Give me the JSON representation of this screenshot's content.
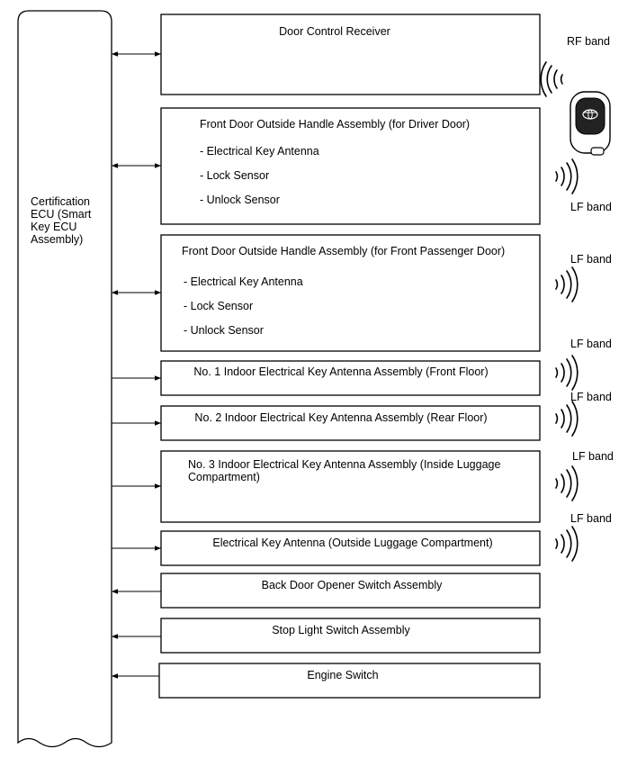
{
  "ecu": {
    "label_lines": [
      "Certification",
      "ECU (Smart",
      "Key ECU",
      "Assembly)"
    ]
  },
  "components": [
    {
      "title_lines": [
        "Door Control Receiver"
      ],
      "items": [],
      "connection": "bidirectional"
    },
    {
      "title_lines": [
        "Front Door Outside Handle Assembly (for Driver Door)"
      ],
      "items": [
        "- Electrical Key Antenna",
        "- Lock Sensor",
        "- Unlock Sensor"
      ],
      "connection": "bidirectional"
    },
    {
      "title_lines": [
        "Front Door Outside Handle Assembly (for Front Passenger Door)"
      ],
      "items": [
        "- Electrical Key Antenna",
        "- Lock Sensor",
        "- Unlock Sensor"
      ],
      "connection": "bidirectional"
    },
    {
      "title_lines": [
        "No. 1 Indoor Electrical Key Antenna Assembly (Front Floor)"
      ],
      "items": [],
      "connection": "output"
    },
    {
      "title_lines": [
        "No. 2 Indoor Electrical Key Antenna Assembly (Rear Floor)"
      ],
      "items": [],
      "connection": "output"
    },
    {
      "title_lines": [
        "No. 3 Indoor Electrical Key Antenna Assembly (Inside Luggage",
        "Compartment)"
      ],
      "items": [],
      "connection": "output"
    },
    {
      "title_lines": [
        "Electrical Key Antenna (Outside Luggage Compartment)"
      ],
      "items": [],
      "connection": "output"
    },
    {
      "title_lines": [
        "Back Door Opener Switch Assembly"
      ],
      "items": [],
      "connection": "input"
    },
    {
      "title_lines": [
        "Stop Light Switch Assembly"
      ],
      "items": [],
      "connection": "input"
    },
    {
      "title_lines": [
        "Engine Switch"
      ],
      "items": [],
      "connection": "input"
    }
  ],
  "bands": {
    "rf": "RF band",
    "lf": "LF band"
  },
  "icons": {
    "wave": "radio-wave-icon",
    "key": "smart-key-fob-icon"
  }
}
